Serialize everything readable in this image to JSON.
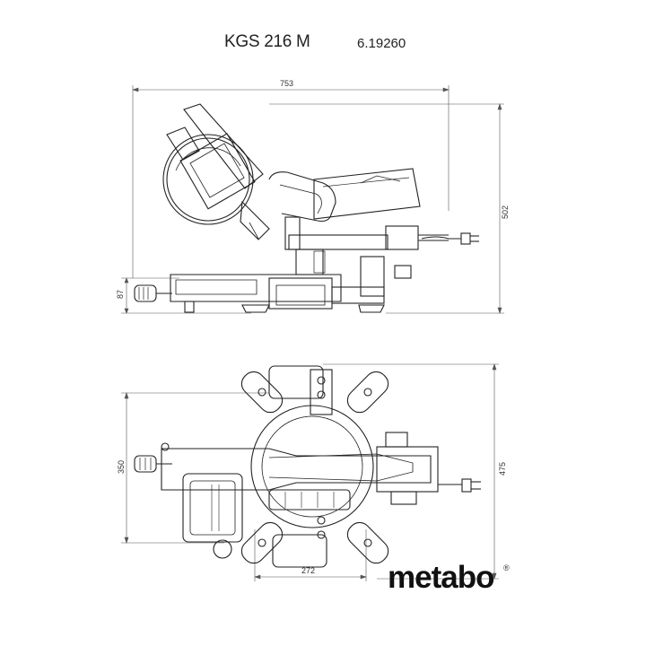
{
  "header": {
    "model": "KGS 216 M",
    "article_number": "6.19260"
  },
  "side_view": {
    "dim_length": "753",
    "dim_height": "502",
    "dim_base_height": "87"
  },
  "top_view": {
    "dim_depth": "350",
    "dim_width": "475",
    "dim_base_width": "272"
  },
  "brand": {
    "logo_text": "metabo",
    "registered_mark": "®"
  },
  "colors": {
    "line": "#222222",
    "dimension": "#555555",
    "background": "#ffffff"
  }
}
